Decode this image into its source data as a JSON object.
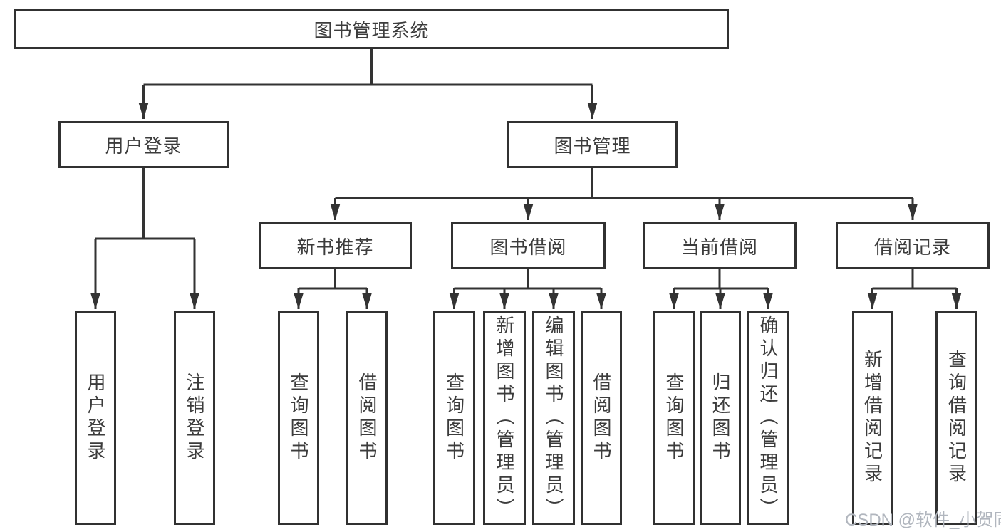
{
  "diagram": {
    "root": "图书管理系统",
    "user_login": {
      "label": "用户登录",
      "children": [
        "用户登录",
        "注销登录"
      ]
    },
    "book_management": {
      "label": "图书管理",
      "sections": [
        {
          "label": "新书推荐",
          "children": [
            "查询图书",
            "借阅图书"
          ]
        },
        {
          "label": "图书借阅",
          "children": [
            "查询图书",
            "新增图书（管理员）",
            "编辑图书（管理员）",
            "借阅图书"
          ]
        },
        {
          "label": "当前借阅",
          "children": [
            "查询图书",
            "归还图书",
            "确认归还（管理员）"
          ]
        },
        {
          "label": "借阅记录",
          "children": [
            "新增借阅记录",
            "查询借阅记录"
          ]
        }
      ]
    }
  },
  "watermark": "CSDN @软件_小贺同学",
  "colors": {
    "line": "#333333",
    "box_border": "#313131",
    "text": "#3c3c3c",
    "background": "#ffffff",
    "watermark": "#b1b6be"
  }
}
